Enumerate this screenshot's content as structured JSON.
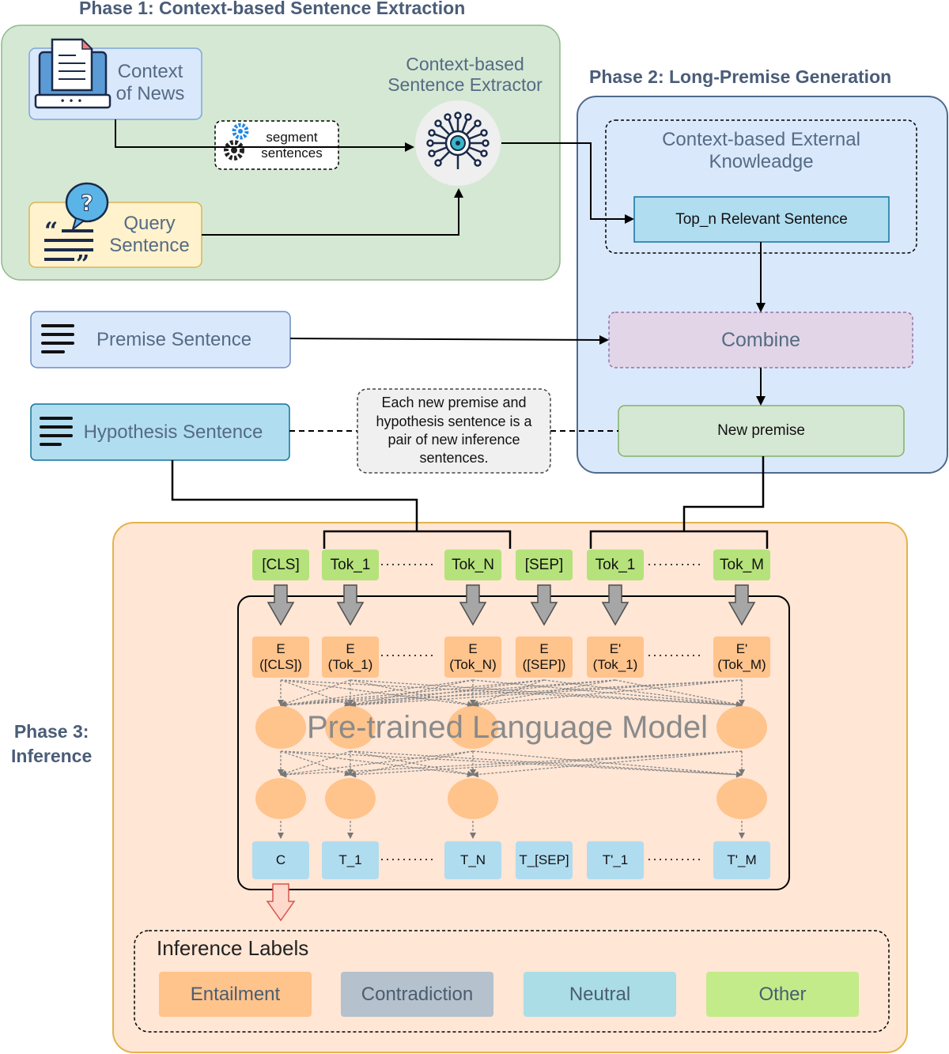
{
  "phase1": {
    "title": "Phase 1: Context-based Sentence Extraction",
    "context_news": [
      "Context",
      "of News"
    ],
    "query_sentence": [
      "Query",
      "Sentence"
    ],
    "segment": [
      "segment",
      "sentences"
    ],
    "extractor": [
      "Context-based",
      "Sentence Extractor"
    ]
  },
  "phase2": {
    "title": "Phase 2: Long-Premise Generation",
    "knowledge": [
      "Context-based External",
      "Knowleadge"
    ],
    "top_n": "Top_n Relevant Sentence",
    "combine": "Combine",
    "new_premise": "New premise"
  },
  "premise_sentence": "Premise Sentence",
  "hypothesis_sentence": "Hypothesis Sentence",
  "note": [
    "Each new premise and",
    "hypothesis sentence is a",
    "pair of new inference",
    "sentences."
  ],
  "phase3": {
    "title": [
      "Phase 3:",
      "Inference"
    ],
    "tokens": [
      "[CLS]",
      "Tok_1",
      "Tok_N",
      "[SEP]",
      "Tok_1",
      "Tok_M"
    ],
    "embeddings": [
      [
        "E",
        "([CLS])"
      ],
      [
        "E",
        "(Tok_1)"
      ],
      [
        "E",
        "(Tok_N)"
      ],
      [
        "E",
        "([SEP])"
      ],
      [
        "E'",
        "(Tok_1)"
      ],
      [
        "E'",
        "(Tok_M)"
      ]
    ],
    "model_title": "Pre-trained Language Model",
    "outputs": [
      "C",
      "T_1",
      "T_N",
      "T_[SEP]",
      "T'_1",
      "T'_M"
    ],
    "labels_title": "Inference Labels",
    "labels": [
      "Entailment",
      "Contradiction",
      "Neutral",
      "Other"
    ]
  },
  "colors": {
    "phase1_bg": "#d5e8d4",
    "phase2_bg": "#dae8fc",
    "phase3_bg": "#ffe6d5",
    "token_green": "#b5e27a",
    "embed_orange": "#ffc38c",
    "output_blue": "#b0dcef",
    "entailment": "#ffc38c",
    "contradiction": "#b5c1cc",
    "neutral": "#aadde6",
    "other": "#c4eb8a"
  }
}
